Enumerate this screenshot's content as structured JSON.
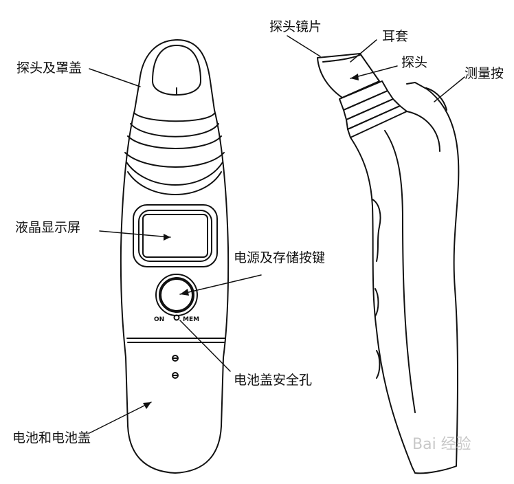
{
  "labels": {
    "probe_cover": "探头及罩盖",
    "lcd": "液晶显示屏",
    "power_mem_button": "电源及存储按键",
    "battery_lock_hole": "电池盖安全孔",
    "battery_cover": "电池和电池盖",
    "probe_lens": "探头镜片",
    "ear_cap": "耳套",
    "probe": "探头",
    "measure_button": "测量按"
  },
  "button_marks": {
    "on": "ON",
    "mem": "MEM"
  },
  "watermark": "Bai 经验",
  "colors": {
    "line": "#111111",
    "background": "#ffffff"
  }
}
